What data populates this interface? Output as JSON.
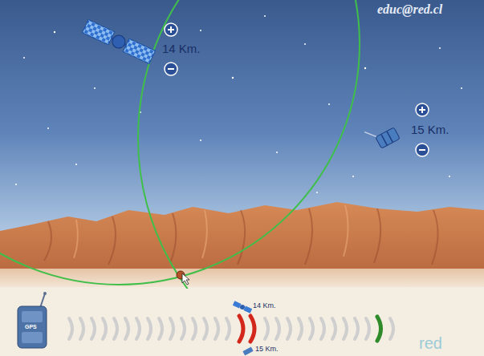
{
  "diagram": {
    "labels": [
      "educ@red.cl",
      "14 Km.",
      "15 Km.",
      "GPS",
      "14 Km.",
      "15 Km.",
      "red"
    ]
  }
}
